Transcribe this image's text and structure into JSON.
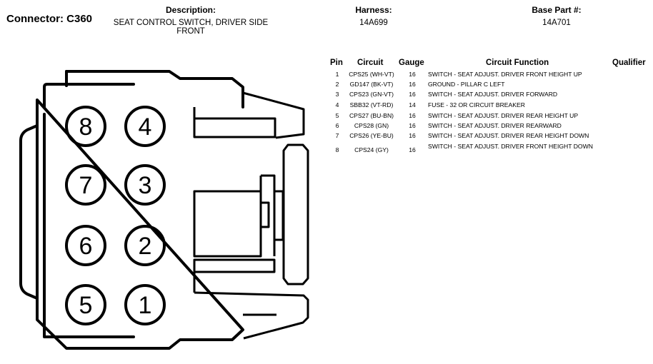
{
  "header": {
    "connector_title": "Connector: C360",
    "description_label": "Description:",
    "description_value": "SEAT CONTROL SWITCH, DRIVER SIDE FRONT",
    "harness_label": "Harness:",
    "harness_value": "14A699",
    "base_part_label": "Base Part #:",
    "base_part_value": "14A701"
  },
  "table": {
    "columns": {
      "pin": "Pin",
      "circuit": "Circuit",
      "gauge": "Gauge",
      "function": "Circuit Function",
      "qualifier": "Qualifier"
    },
    "rows": [
      {
        "pin": "1",
        "circuit": "CPS25 (WH-VT)",
        "gauge": "16",
        "function": "SWITCH - SEAT ADJUST. DRIVER FRONT HEIGHT UP",
        "qualifier": ""
      },
      {
        "pin": "2",
        "circuit": "GD147 (BK-VT)",
        "gauge": "16",
        "function": "GROUND - PILLAR C LEFT",
        "qualifier": ""
      },
      {
        "pin": "3",
        "circuit": "CPS23 (GN-VT)",
        "gauge": "16",
        "function": "SWITCH - SEAT ADJUST. DRIVER FORWARD",
        "qualifier": ""
      },
      {
        "pin": "4",
        "circuit": "SBB32 (VT-RD)",
        "gauge": "14",
        "function": "FUSE - 32 OR CIRCUIT BREAKER",
        "qualifier": ""
      },
      {
        "pin": "5",
        "circuit": "CPS27 (BU-BN)",
        "gauge": "16",
        "function": "SWITCH - SEAT ADJUST. DRIVER REAR HEIGHT UP",
        "qualifier": ""
      },
      {
        "pin": "6",
        "circuit": "CPS28 (GN)",
        "gauge": "16",
        "function": "SWITCH - SEAT ADJUST. DRIVER REARWARD",
        "qualifier": ""
      },
      {
        "pin": "7",
        "circuit": "CPS26 (YE-BU)",
        "gauge": "16",
        "function": "SWITCH - SEAT ADJUST. DRIVER REAR HEIGHT DOWN",
        "qualifier": ""
      },
      {
        "pin": "8",
        "circuit": "CPS24 (GY)",
        "gauge": "16",
        "function": "SWITCH - SEAT ADJUST. DRIVER FRONT HEIGHT DOWN",
        "qualifier": ""
      }
    ]
  },
  "diagram": {
    "pin_labels": [
      "8",
      "4",
      "7",
      "3",
      "6",
      "2",
      "5",
      "1"
    ]
  }
}
